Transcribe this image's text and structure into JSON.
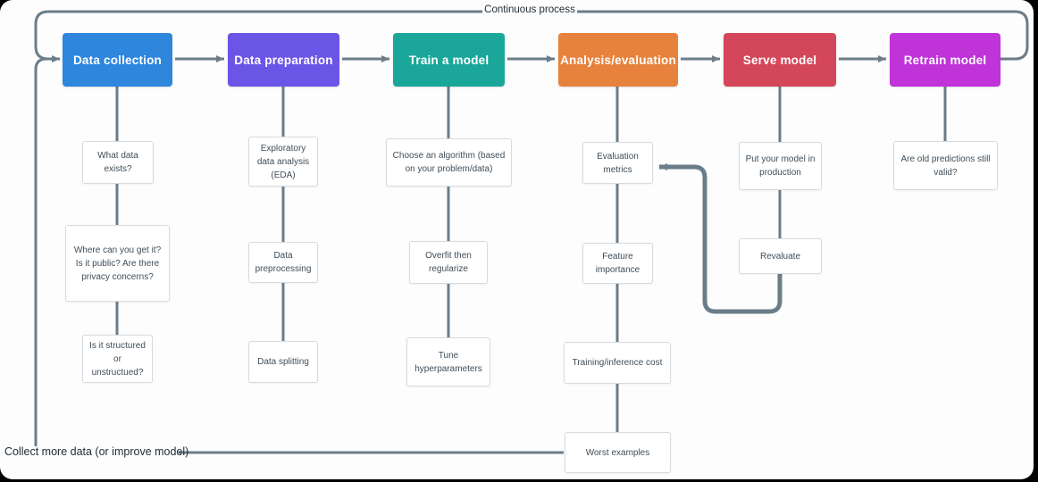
{
  "canvas": {
    "top_label": "Continuous process",
    "bottom_label": "Collect more data (or improve model)",
    "line_color": "#6b7d89"
  },
  "stages": [
    {
      "label": "Data collection",
      "color": "#2e86dd",
      "children": [
        "What data exists?",
        "Where can you get it? Is it public? Are there privacy concerns?",
        "Is it structured or unstructued?"
      ]
    },
    {
      "label": "Data preparation",
      "color": "#6b55e7",
      "children": [
        "Exploratory data analysis (EDA)",
        "Data preprocessing",
        "Data splitting"
      ]
    },
    {
      "label": "Train a model",
      "color": "#1aa79a",
      "children": [
        "Choose an algorithm (based on your problem/data)",
        "Overfit then regularize",
        "Tune hyperparameters"
      ]
    },
    {
      "label": "Analysis/evaluation",
      "color": "#e6823c",
      "children": [
        "Evaluation metrics",
        "Feature importance",
        "Training/inference cost",
        "Worst examples"
      ]
    },
    {
      "label": "Serve model",
      "color": "#d44659",
      "children": [
        "Put your model in production",
        "Revaluate"
      ]
    },
    {
      "label": "Retrain model",
      "color": "#bf33d8",
      "children": [
        "Are old predictions still valid?"
      ]
    }
  ]
}
